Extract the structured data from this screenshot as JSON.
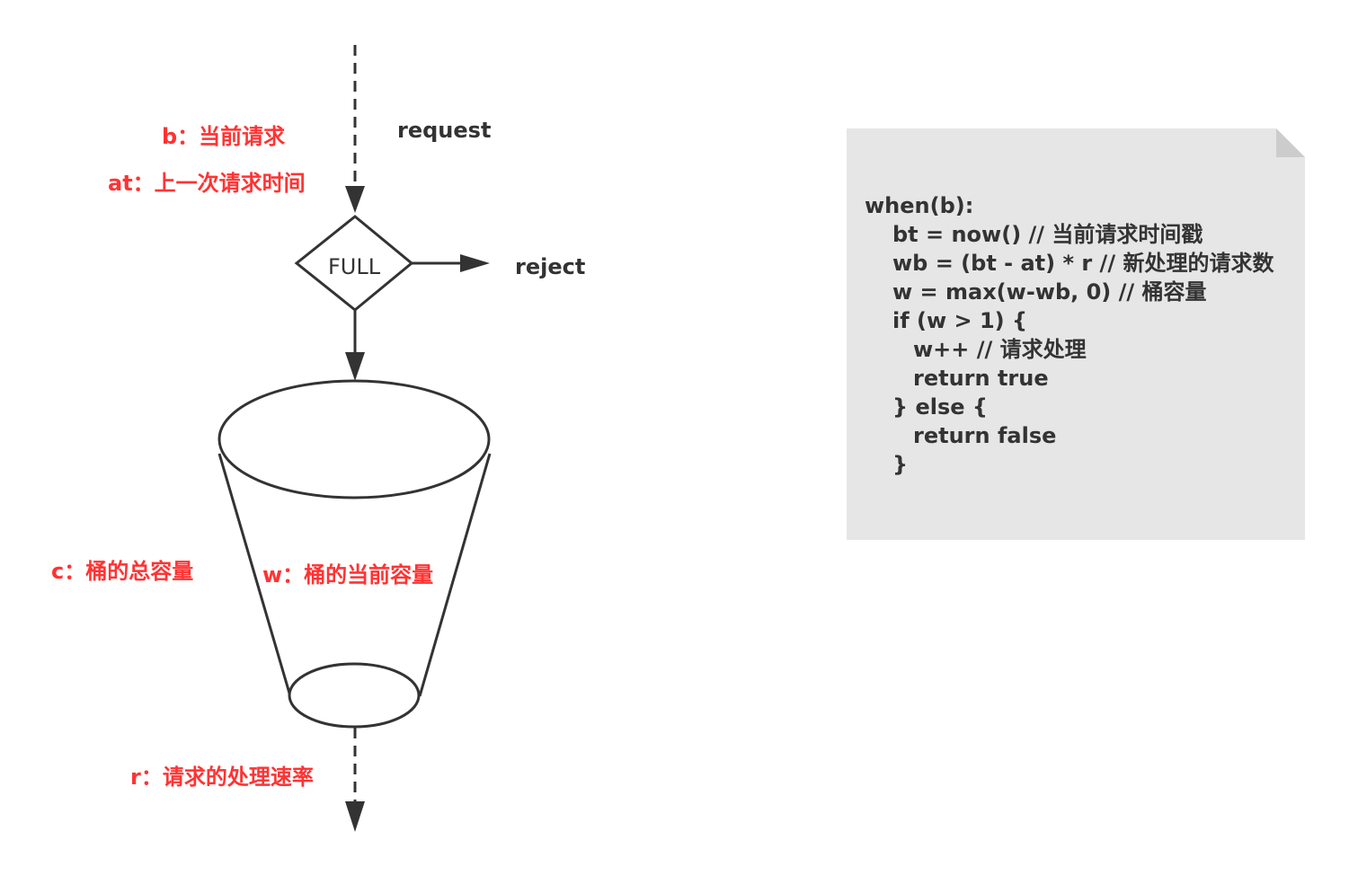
{
  "flow": {
    "request_label": "request",
    "reject_label": "reject",
    "decision_label": "FULL"
  },
  "annotations": {
    "b": "b：当前请求",
    "at": "at：上一次请求时间",
    "c": "c：桶的总容量",
    "w": "w：桶的当前容量",
    "r": "r：请求的处理速率"
  },
  "code_note": {
    "lines": [
      "when(b):",
      "bt = now() // 当前请求时间戳",
      "wb = (bt - at) * r // 新处理的请求数",
      "w = max(w-wb, 0) // 桶容量",
      "if (w > 1) {",
      "w++ // 请求处理",
      "return true",
      "} else {",
      "return false",
      "}"
    ]
  },
  "colors": {
    "annotation": "#ff3333",
    "text": "#333333",
    "note_fill": "#e6e6e6",
    "stroke": "#333333"
  }
}
